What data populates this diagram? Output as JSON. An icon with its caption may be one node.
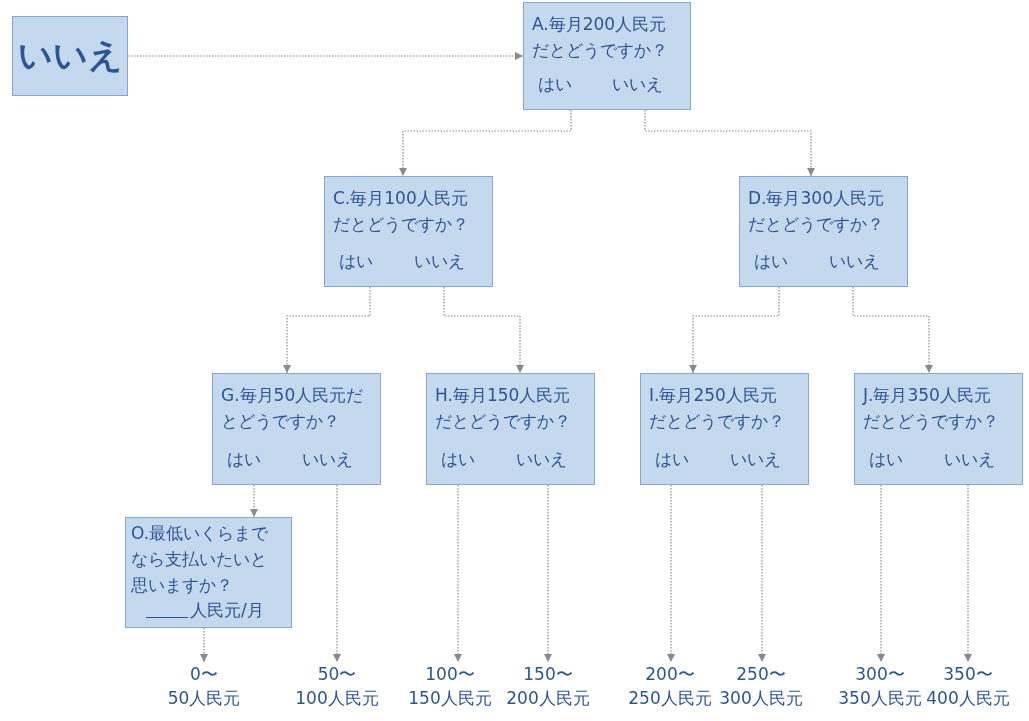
{
  "diagram": {
    "nodes": [
      {
        "text": [
          "いいえ"
        ]
      },
      {
        "text": [
          "A.毎月200人民元だとどうですか？",
          "はい",
          "いいえ"
        ]
      },
      {
        "text": [
          "C.毎月100人民元だとどうですか？",
          "はい",
          "いいえ"
        ]
      },
      {
        "text": [
          "D.毎月300人民元だとどうですか？",
          "はい",
          "いいえ"
        ]
      },
      {
        "text": [
          "G.毎月50人民元だとどうですか？",
          "はい",
          "いいえ"
        ]
      },
      {
        "text": [
          "H.毎月150人民元だとどうですか？",
          "はい",
          "いいえ"
        ]
      },
      {
        "text": [
          "I.毎月250人民元だとどうですか？",
          "はい",
          "いいえ"
        ]
      },
      {
        "text": [
          "J.毎月350人民元だとどうですか？",
          "はい",
          "いいえ"
        ]
      },
      {
        "text": [
          "O.最低いくらまでなら支払いたいと思いますか？",
          "人民元/月"
        ]
      },
      {
        "text": [
          "0〜50人民元"
        ]
      },
      {
        "text": [
          "50〜100人民元"
        ]
      },
      {
        "text": [
          "100〜150人民元"
        ]
      },
      {
        "text": [
          "150〜200人民元"
        ]
      },
      {
        "text": [
          "200〜250人民元"
        ]
      },
      {
        "text": [
          "250〜300人民元"
        ]
      },
      {
        "text": [
          "300〜350人民元"
        ]
      },
      {
        "text": [
          "350〜400人民元"
        ]
      }
    ],
    "edges": [
      {
        "from": 0,
        "to": 1,
        "arrow": "to"
      },
      {
        "from": 1,
        "to": 2,
        "arrow": "to"
      },
      {
        "from": 1,
        "to": 3,
        "arrow": "to"
      },
      {
        "from": 2,
        "to": 4,
        "arrow": "to"
      },
      {
        "from": 2,
        "to": 5,
        "arrow": "to"
      },
      {
        "from": 3,
        "to": 6,
        "arrow": "to"
      },
      {
        "from": 3,
        "to": 7,
        "arrow": "to"
      },
      {
        "from": 4,
        "to": 8,
        "arrow": "to"
      },
      {
        "from": 4,
        "to": 10,
        "arrow": "to"
      },
      {
        "from": 8,
        "to": 9,
        "arrow": "to"
      },
      {
        "from": 5,
        "to": 11,
        "arrow": "to"
      },
      {
        "from": 5,
        "to": 12,
        "arrow": "to"
      },
      {
        "from": 6,
        "to": 13,
        "arrow": "to"
      },
      {
        "from": 6,
        "to": 14,
        "arrow": "to"
      },
      {
        "from": 7,
        "to": 15,
        "arrow": "to"
      },
      {
        "from": 7,
        "to": 16,
        "arrow": "to"
      }
    ]
  }
}
